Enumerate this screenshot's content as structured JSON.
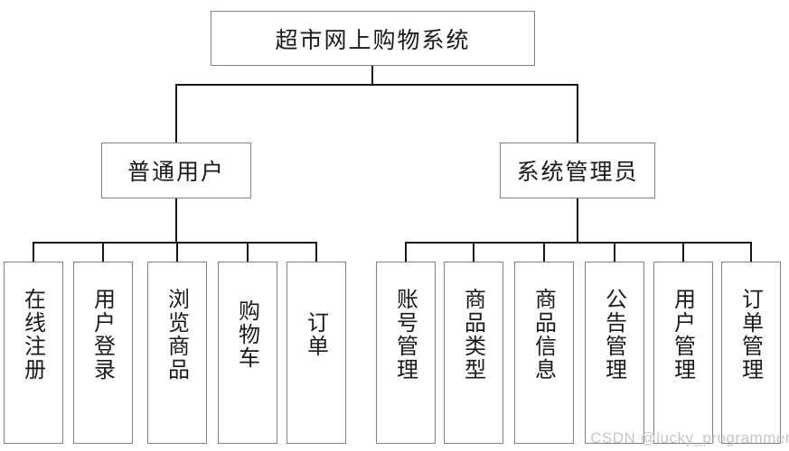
{
  "diagram": {
    "title_note": "functional structure tree of a supermarket online shopping system",
    "root": {
      "label": "超市网上购物系统"
    },
    "branches": [
      {
        "label": "普通用户",
        "children": [
          {
            "label": "在线注册"
          },
          {
            "label": "用户登录"
          },
          {
            "label": "浏览商品"
          },
          {
            "label": "购物车"
          },
          {
            "label": "订单"
          }
        ]
      },
      {
        "label": "系统管理员",
        "children": [
          {
            "label": "账号管理"
          },
          {
            "label": "商品类型"
          },
          {
            "label": "商品信息"
          },
          {
            "label": "公告管理"
          },
          {
            "label": "用户管理"
          },
          {
            "label": "订单管理"
          }
        ]
      }
    ]
  },
  "watermark": "CSDN @lucky_programmer",
  "colors": {
    "background": "#ffffff",
    "box_border": "#7f7f7f",
    "connector": "#161616",
    "text": "#1a1a1a",
    "watermark": "#c6c6c6"
  }
}
